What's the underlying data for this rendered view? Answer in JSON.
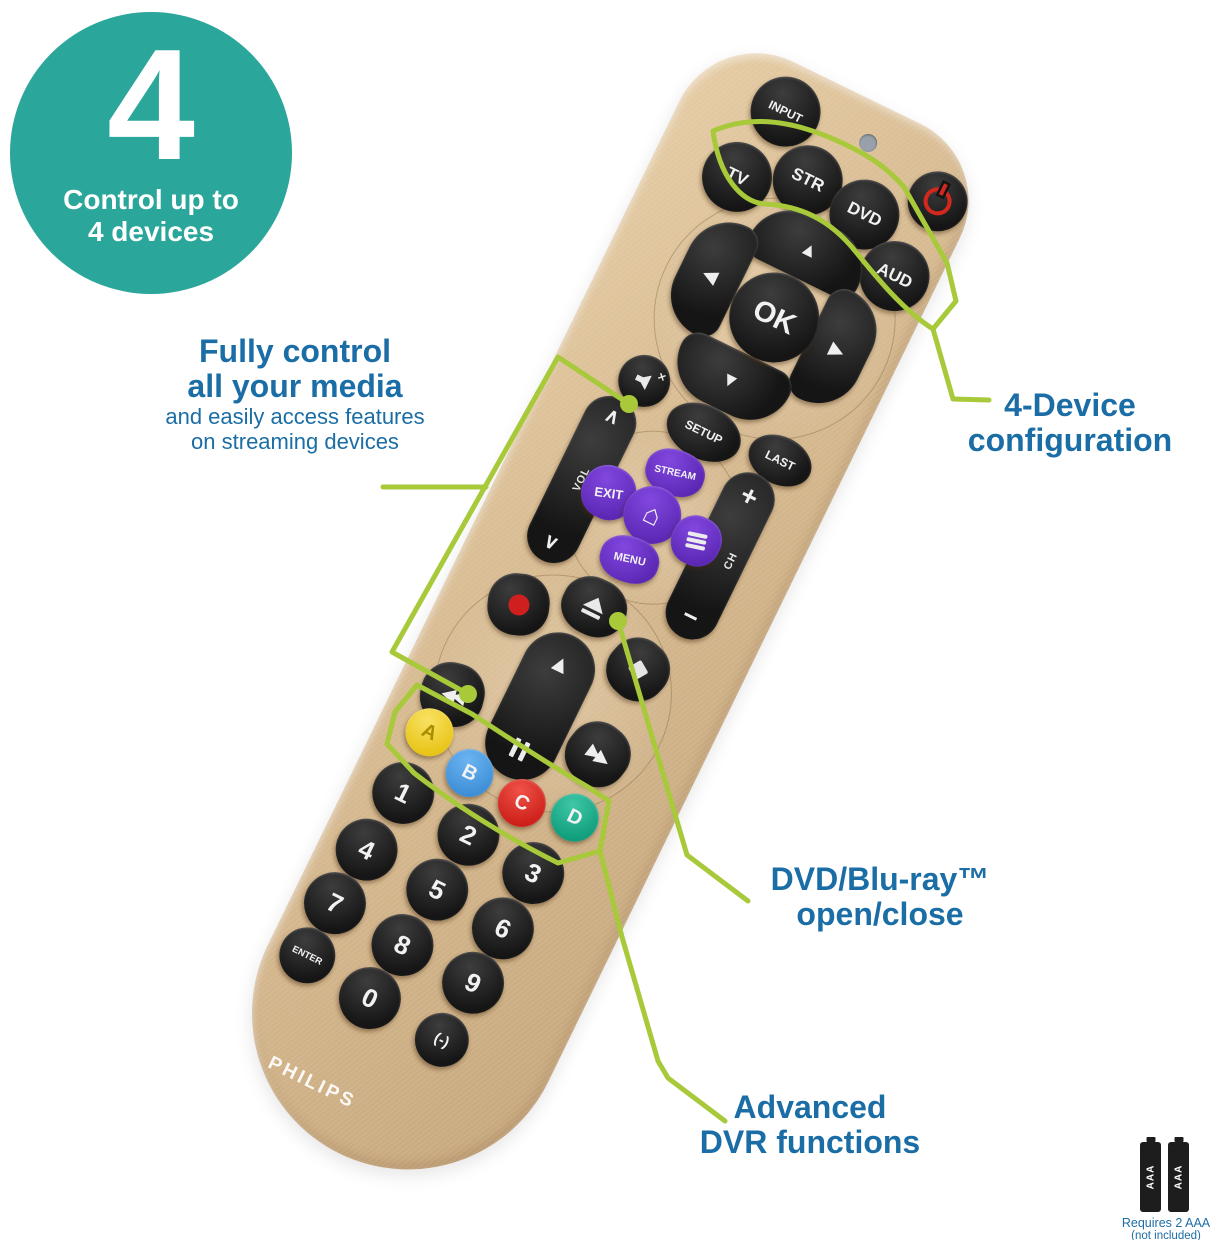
{
  "badge": {
    "big": "4",
    "line1": "Control up to",
    "line2": "4 devices"
  },
  "callouts": {
    "media": {
      "title1": "Fully control",
      "title2": "all your media",
      "sub1": "and easily access features",
      "sub2": "on streaming devices"
    },
    "config": {
      "line1": "4-Device",
      "line2": "configuration"
    },
    "disc": {
      "line1": "DVD/Blu-ray™",
      "line2": "open/close"
    },
    "dvr": {
      "line1": "Advanced",
      "line2": "DVR functions"
    }
  },
  "battery": {
    "line1": "Requires 2 AAA",
    "line2": "(not included)",
    "cell_label": "AAA"
  },
  "remote": {
    "brand": "PHILIPS",
    "device_buttons": {
      "input": "INPUT",
      "tv": "TV",
      "str": "STR",
      "dvd": "DVD",
      "aud": "AUD"
    },
    "nav": {
      "ok": "OK",
      "setup": "SETUP",
      "last": "LAST"
    },
    "rockers": {
      "vol": "VOL",
      "ch": "CH"
    },
    "smart": {
      "exit": "EXIT",
      "stream": "STREAM",
      "menu": "MENU"
    },
    "keypad": {
      "digits": [
        "1",
        "2",
        "3",
        "4",
        "5",
        "6",
        "7",
        "8",
        "9",
        "0"
      ],
      "enter": "ENTER",
      "dash": "(-)"
    },
    "abcd": [
      "A",
      "B",
      "C",
      "D"
    ]
  },
  "icons": {
    "up": "▲",
    "down": "▼",
    "left": "◀",
    "right": "▶",
    "play": "▲",
    "rewind": "◀◀",
    "forward": "▶▶",
    "vol_up": "∧",
    "vol_down": "∨",
    "ch_plus": "+",
    "ch_minus": "−",
    "home": "⌂"
  },
  "colors": {
    "accent_green": "#a7c93a",
    "philips_blue": "#1b6da6",
    "badge_teal": "#2ba69b",
    "button_a": "#f3d42c",
    "button_b": "#4d9ee3",
    "button_c": "#e03028",
    "button_d": "#1cae8c",
    "power_red": "#d2281e"
  }
}
